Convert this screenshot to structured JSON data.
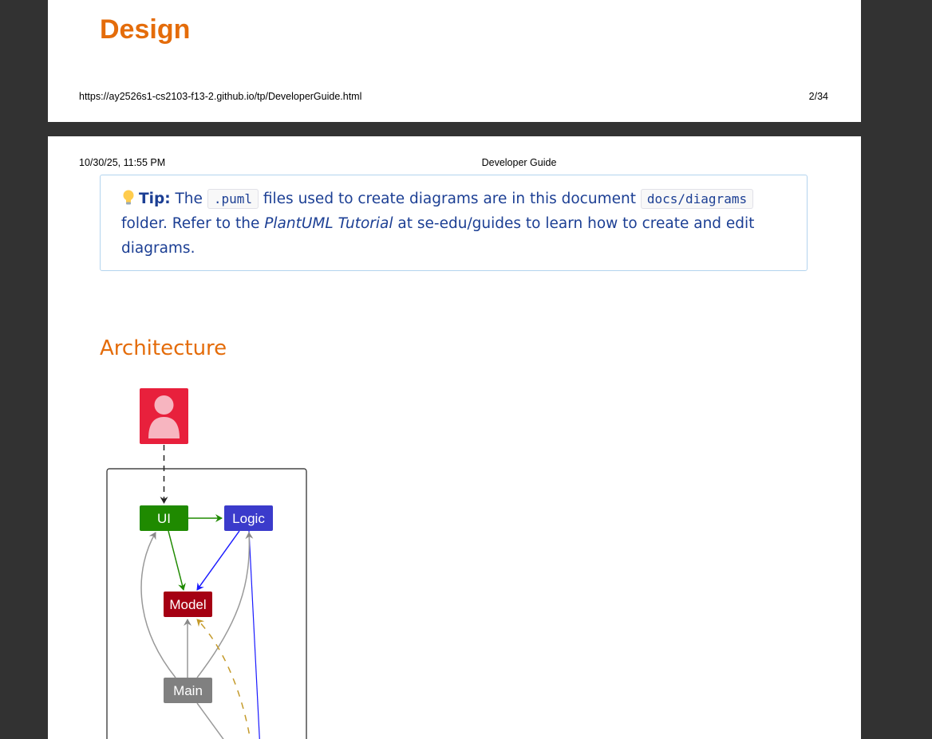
{
  "page1": {
    "heading": "Design",
    "footer_url": "https://ay2526s1-cs2103-f13-2.github.io/tp/DeveloperGuide.html",
    "page_number": "2/34"
  },
  "page2": {
    "header_date": "10/30/25, 11:55 PM",
    "header_title": "Developer Guide",
    "tip": {
      "icon": "lightbulb-icon",
      "label": "Tip:",
      "text_1": "The",
      "code_1": ".puml",
      "text_2": "files used to create diagrams are in this document",
      "code_2": "docs/diagrams",
      "text_3": "folder. Refer to the",
      "link_text": "PlantUML Tutorial",
      "text_4": "at se-edu/guides to learn how to create and edit diagrams."
    },
    "architecture_heading": "Architecture",
    "diagram": {
      "user_icon": "user-icon",
      "nodes": {
        "ui": "UI",
        "logic": "Logic",
        "model": "Model",
        "main": "Main"
      },
      "colors": {
        "user": "#e8203c",
        "ui": "#1f8a00",
        "logic": "#3b3bcb",
        "model": "#a50013",
        "main": "#808080",
        "storage_arrow": "#c49a2a"
      }
    }
  },
  "colors": {
    "heading": "#e46c0a",
    "tip_text": "#1c3f94",
    "tip_border": "#b3d4ee",
    "viewer_background": "#323232"
  }
}
